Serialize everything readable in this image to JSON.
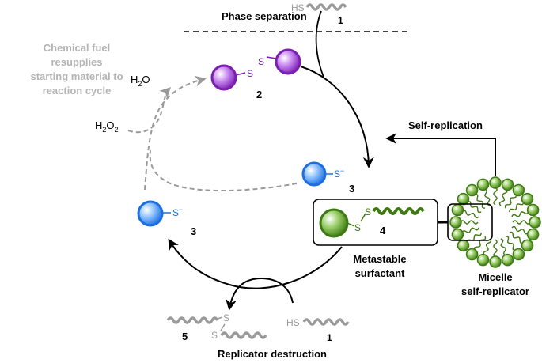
{
  "labels": {
    "phase_separation": "Phase separation",
    "chemical_fuel_line1": "Chemical fuel",
    "chemical_fuel_line2": "resupplies",
    "chemical_fuel_line3": "starting material to",
    "chemical_fuel_line4": "reaction cycle",
    "self_replication": "Self-replication",
    "metastable_line1": "Metastable",
    "metastable_line2": "surfactant",
    "micelle_line1": "Micelle",
    "micelle_line2": "self-replicator",
    "replicator_destruction": "Replicator destruction"
  },
  "species": {
    "thiol_top": {
      "prefix": "HS",
      "number": "1"
    },
    "thiol_bottom": {
      "prefix": "HS",
      "number": "1"
    },
    "disulfide": {
      "s1": "S",
      "s2": "S",
      "number": "2"
    },
    "thiolate_right": {
      "atom": "S",
      "charge": "−",
      "number": "3"
    },
    "thiolate_left": {
      "atom": "S",
      "charge": "−",
      "number": "3"
    },
    "surfactant": {
      "s1": "S",
      "s2": "S",
      "number": "4"
    },
    "waste": {
      "s1": "S",
      "s2": "S",
      "number": "5"
    }
  },
  "reagents": {
    "water": {
      "main": "H",
      "sub": "2",
      "tail": "O"
    },
    "peroxide": {
      "main": "H",
      "sub": "2",
      "tail": "O",
      "sub2": "2"
    }
  },
  "colors": {
    "purple": "#7a1fb0",
    "blue": "#1d6fe0",
    "green": "#3e7a12",
    "gray": "#9a9a9a",
    "black": "#000000"
  }
}
